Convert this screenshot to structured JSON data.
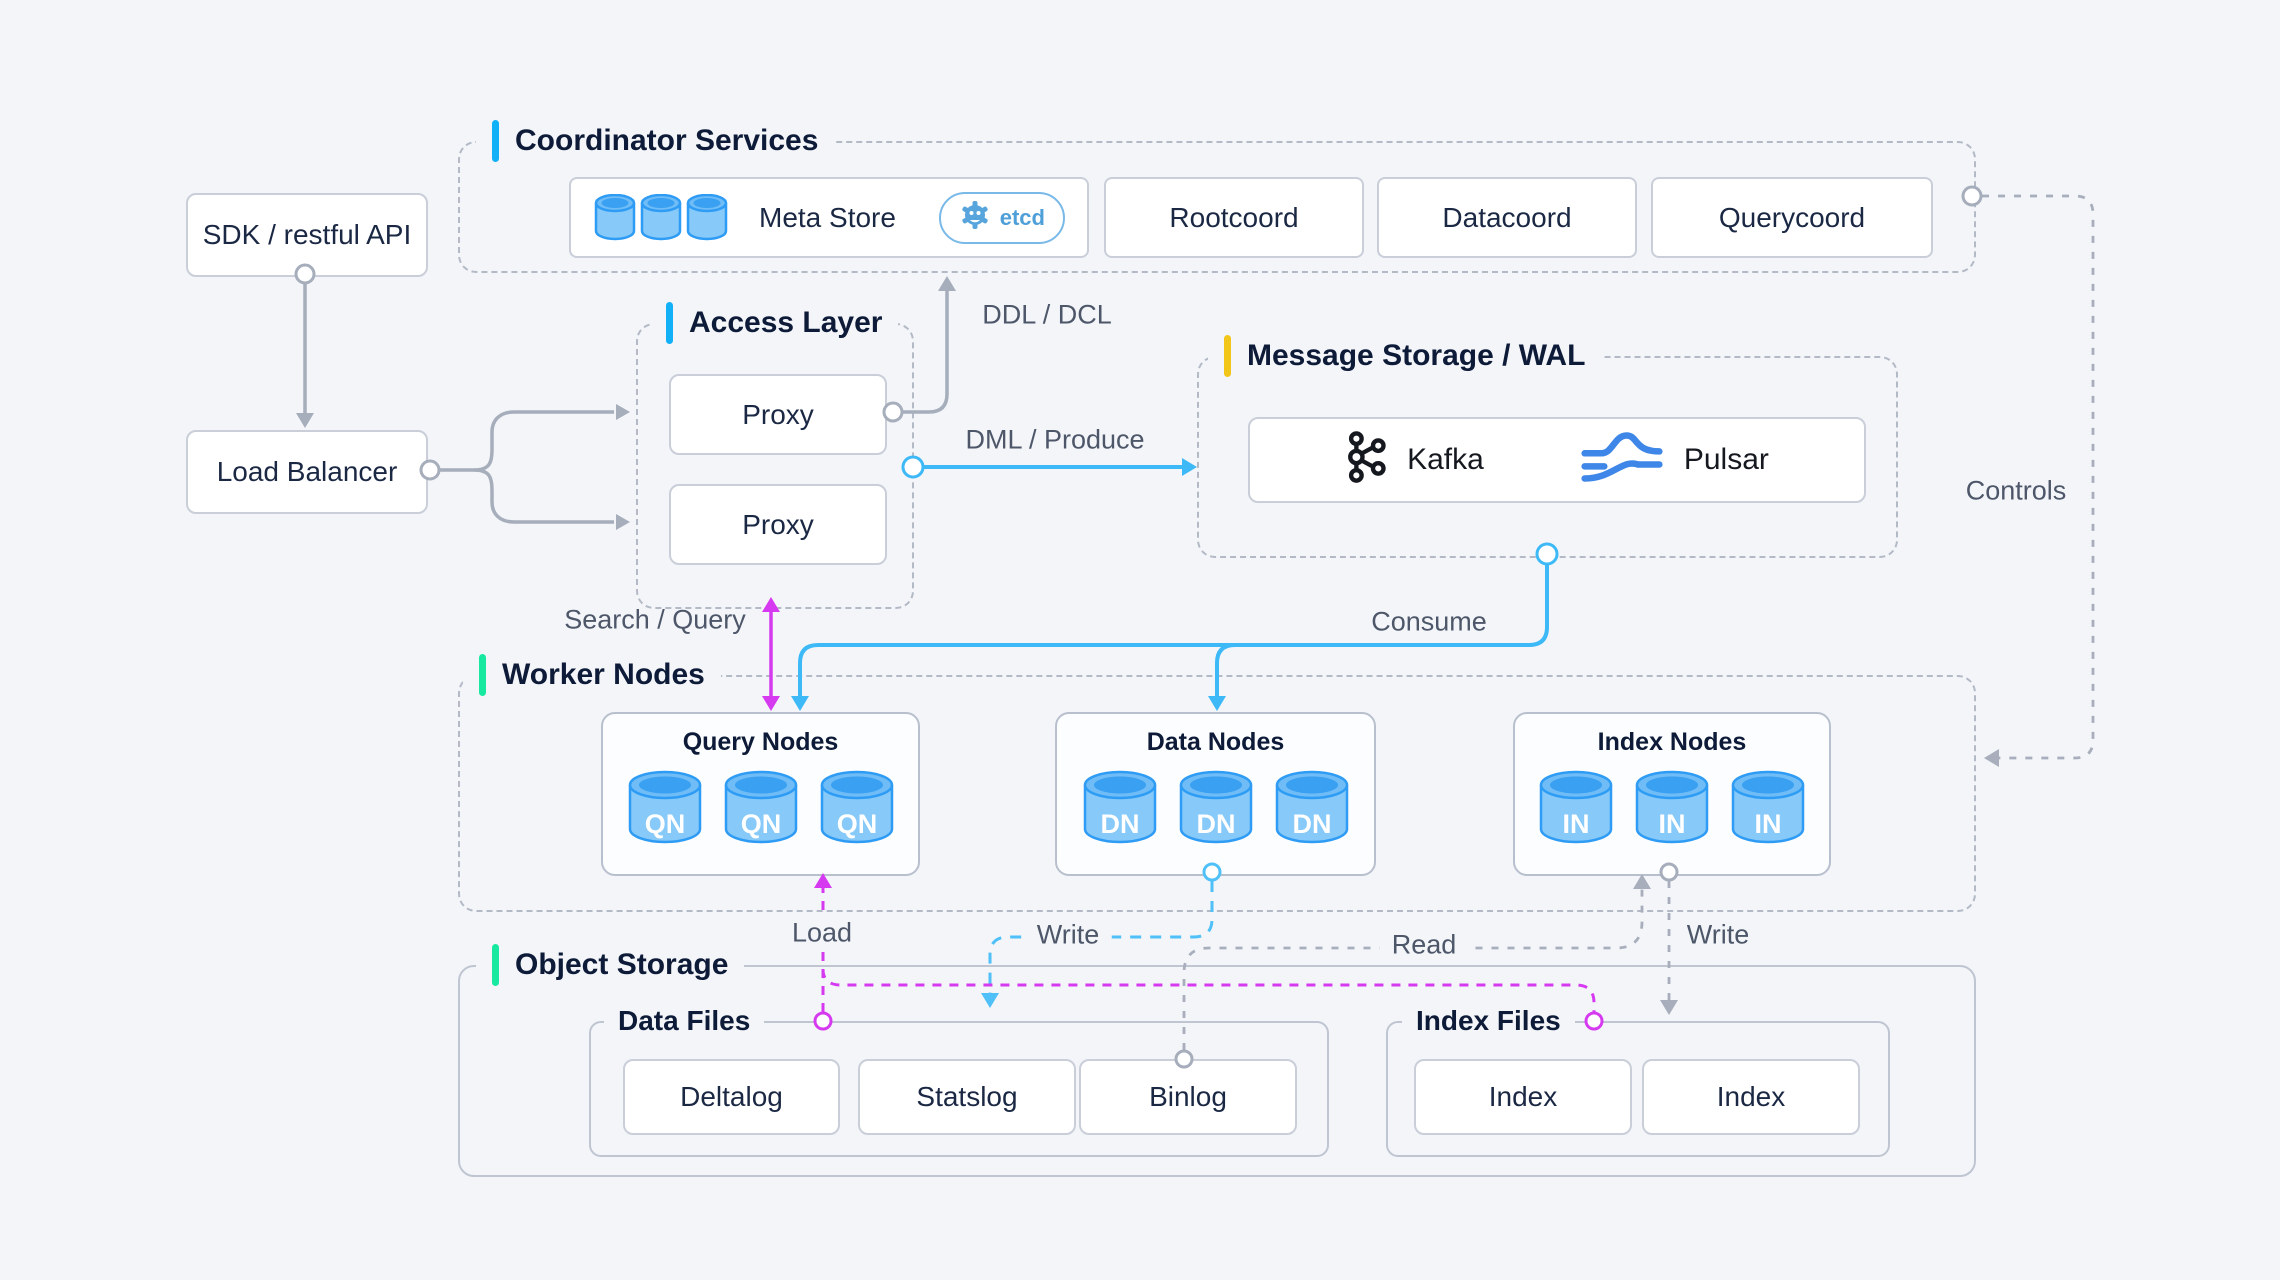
{
  "client": {
    "sdk_label": "SDK / restful API",
    "load_balancer_label": "Load Balancer"
  },
  "coordinator": {
    "title": "Coordinator Services",
    "meta_store_label": "Meta Store",
    "etcd_label": "etcd",
    "services": [
      "Rootcoord",
      "Datacoord",
      "Querycoord"
    ]
  },
  "access_layer": {
    "title": "Access Layer",
    "proxy_labels": [
      "Proxy",
      "Proxy"
    ]
  },
  "message_storage": {
    "title": "Message Storage / WAL",
    "brokers": [
      "Kafka",
      "Pulsar"
    ]
  },
  "worker_nodes": {
    "title": "Worker Nodes",
    "groups": [
      {
        "title": "Query Nodes",
        "node_label": "QN"
      },
      {
        "title": "Data Nodes",
        "node_label": "DN"
      },
      {
        "title": "Index Nodes",
        "node_label": "IN"
      }
    ]
  },
  "object_storage": {
    "title": "Object Storage",
    "data_files": {
      "title": "Data Files",
      "files": [
        "Deltalog",
        "Statslog",
        "Binlog"
      ]
    },
    "index_files": {
      "title": "Index Files",
      "files": [
        "Index",
        "Index"
      ]
    }
  },
  "edges": {
    "ddl": "DDL / DCL",
    "dml": "DML / Produce",
    "search_query": "Search / Query",
    "consume": "Consume",
    "controls": "Controls",
    "load": "Load",
    "write_data": "Write",
    "read": "Read",
    "write_index": "Write"
  },
  "colors": {
    "background": "#f3f5f9",
    "accent_blue": "#12b0f7",
    "accent_yellow": "#f2c618",
    "accent_green": "#17e9a1",
    "arrow_gray": "#a6adbb",
    "arrow_blue": "#3db9f7",
    "arrow_magenta": "#d63af0",
    "cylinder_fill": "#87c9f8",
    "cylinder_stroke": "#2e9cf4",
    "etcd_blue": "#57a5dc",
    "pulsar_blue": "#3e86e8",
    "kafka_black": "#15181e"
  }
}
